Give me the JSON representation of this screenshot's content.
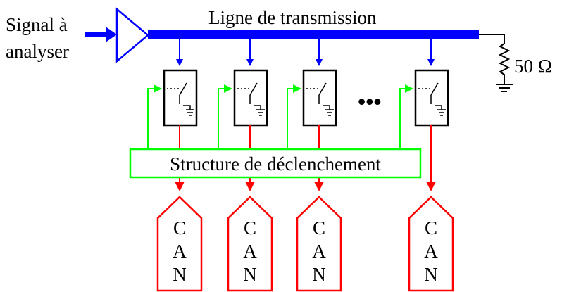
{
  "input_label": {
    "line1": "Signal à",
    "line2": "analyser"
  },
  "line_label": "Ligne de transmission",
  "termination_label": "50 Ω",
  "trigger_label": "Structure de déclenchement",
  "ellipsis": "•••",
  "adc_letters": [
    "C",
    "A",
    "N"
  ],
  "colors": {
    "transmission": "#0000ff",
    "trigger": "#00ff00",
    "adc": "#ff0000",
    "outline": "#000000"
  }
}
